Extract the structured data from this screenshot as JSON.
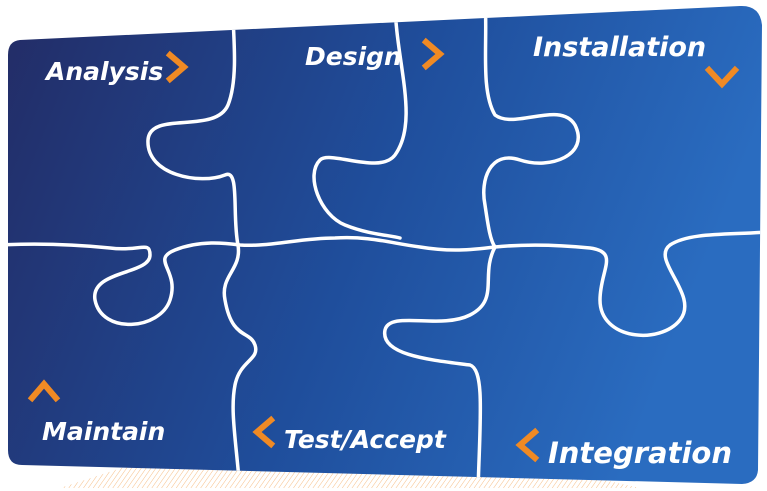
{
  "diagram": {
    "colors": {
      "panel_left": "#232c66",
      "panel_right": "#2a6cc0",
      "seam": "#ffffff",
      "arrow": "#f08a24"
    },
    "phases": [
      {
        "label": "Analysis",
        "arrow": "right"
      },
      {
        "label": "Design",
        "arrow": "right"
      },
      {
        "label": "Installation",
        "arrow": "down"
      },
      {
        "label": "Integration",
        "arrow": "left"
      },
      {
        "label": "Test/Accept",
        "arrow": "left"
      },
      {
        "label": "Maintain",
        "arrow": "up"
      }
    ]
  }
}
